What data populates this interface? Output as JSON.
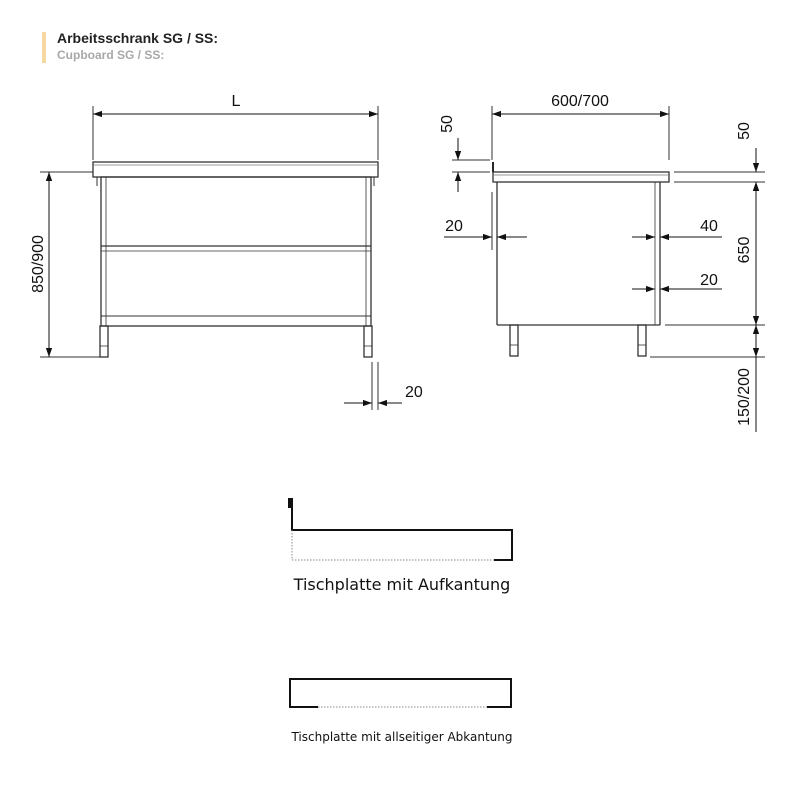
{
  "header": {
    "title_de": "Arbeitsschrank SG / SS:",
    "title_en": "Cupboard SG / SS:",
    "accent_color": "#f5d7a2"
  },
  "front_view": {
    "length_label": "L",
    "height_label": "850/900",
    "leg_width_label": "20"
  },
  "side_view": {
    "depth_label": "600/700",
    "top_thickness_left": "50",
    "top_thickness_right": "50",
    "panel_offset_left": "20",
    "panel_offset_right_top": "40",
    "panel_offset_right_bottom": "20",
    "body_height_label": "650",
    "leg_height_label": "150/200"
  },
  "profiles": {
    "upstand_caption": "Tischplatte mit Aufkantung",
    "all_round_caption": "Tischplatte mit allseitiger Abkantung"
  }
}
